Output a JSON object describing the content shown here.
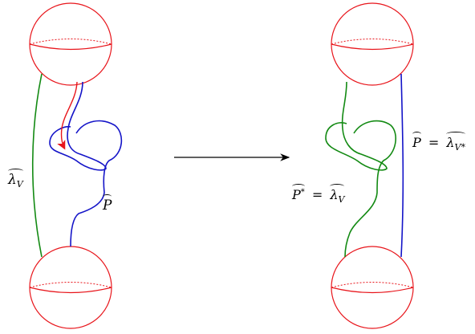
{
  "labels": {
    "lambda_v": "λ",
    "lambda_v_sub": "V",
    "p_hat": "P",
    "p_hat_eq_lhs": "P",
    "p_hat_eq_rhs": "λ",
    "p_hat_eq_rhs_sub": "V*",
    "p_star_lhs": "P",
    "p_star_sup": "*",
    "p_star_rhs": "λ",
    "p_star_rhs_sub": "V",
    "eq_sign": "="
  },
  "colors": {
    "sphere": "#e8151b",
    "green_curve": "#138a13",
    "blue_curve": "#1414c8",
    "red_arrow": "#e8151b",
    "arrow": "#000000"
  }
}
